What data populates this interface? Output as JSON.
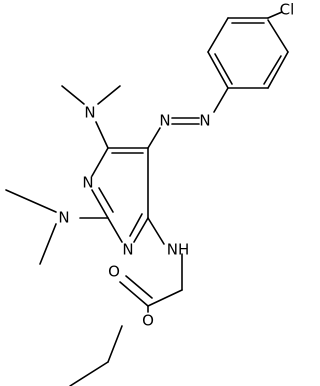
{
  "molecule": {
    "atoms": {
      "chlorine": "Cl",
      "azo_n1": "N",
      "azo_n2": "N",
      "ring_n_top": "N",
      "ring_n_bottom": "N",
      "nme2_top": "N",
      "nme2_left": "N",
      "nh": "NH",
      "carbonyl_o": "O",
      "ester_o": "O"
    }
  }
}
